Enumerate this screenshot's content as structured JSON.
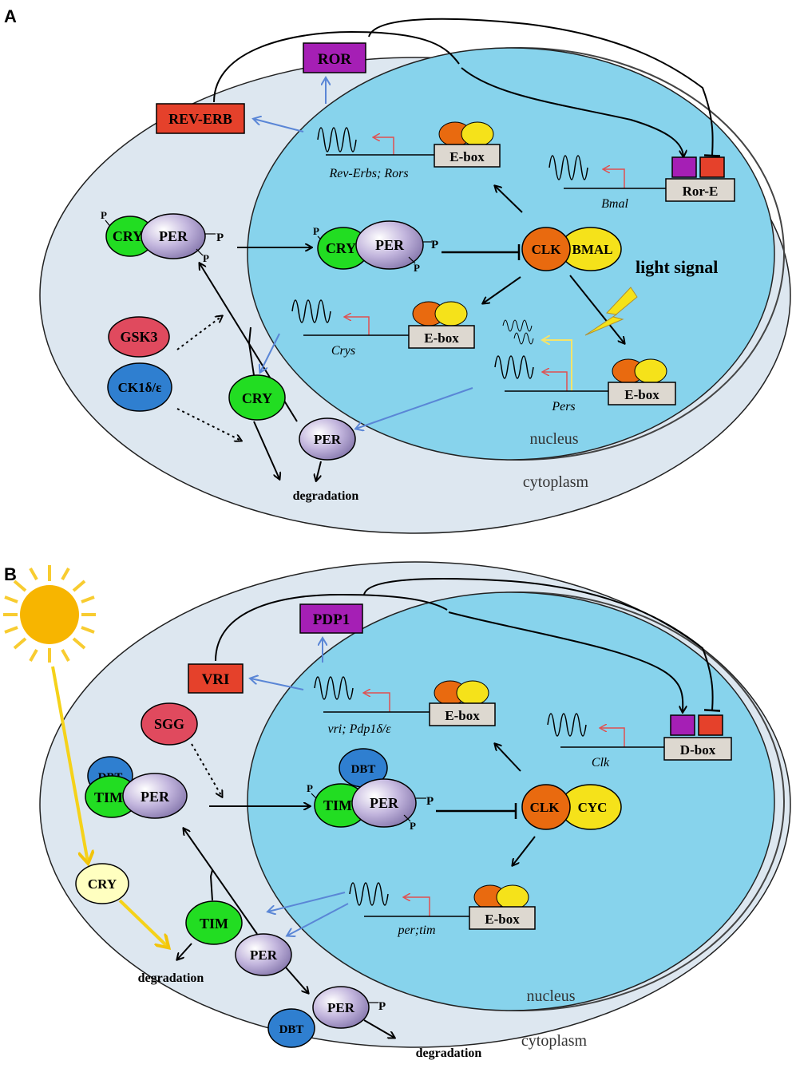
{
  "panel_a": {
    "letter": "A",
    "ror": "ROR",
    "rev_erb": "REV-ERB",
    "ebox_top": "E-box",
    "gene_rev_rors": "Rev-Erbs; Rors",
    "rore": "Ror-E",
    "gene_bmal": "Bmal",
    "cry": "CRY",
    "per": "PER",
    "p": "P",
    "clk": "CLK",
    "bmal": "BMAL",
    "light_signal": "light signal",
    "gsk3": "GSK3",
    "ck1": "CK1δ/ε",
    "ebox_crys": "E-box",
    "gene_crys": "Crys",
    "ebox_pers": "E-box",
    "gene_pers": "Pers",
    "nucleus": "nucleus",
    "cytoplasm": "cytoplasm",
    "degradation": "degradation"
  },
  "panel_b": {
    "letter": "B",
    "pdp1": "PDP1",
    "vri": "VRI",
    "ebox_top": "E-box",
    "gene_vri_pdp1": "vri; Pdp1δ/ε",
    "dbox": "D-box",
    "gene_clk": "Clk",
    "sgg": "SGG",
    "dbt": "DBT",
    "tim": "TIM",
    "per": "PER",
    "p": "P",
    "clk": "CLK",
    "cyc": "CYC",
    "cry": "CRY",
    "ebox_pertim": "E-box",
    "gene_pertim": "per;tim",
    "nucleus": "nucleus",
    "cytoplasm": "cytoplasm",
    "degradation": "degradation"
  },
  "colors": {
    "cytoplasm": "#dde7f0",
    "nucleus": "#87d3ec",
    "green": "#22dd22",
    "purple_protein": "#9e8fbf",
    "orange": "#e96a0f",
    "yellow": "#f5e21a",
    "magenta_box": "#a51fb5",
    "red_box": "#e5412b",
    "gsk_red": "#e04a5e",
    "ck_blue": "#2f7fd0",
    "blue_arrow": "#5a86d6",
    "red_promoter": "#e05050",
    "sun": "#f7b500",
    "sun_rays": "#f8cc30"
  }
}
